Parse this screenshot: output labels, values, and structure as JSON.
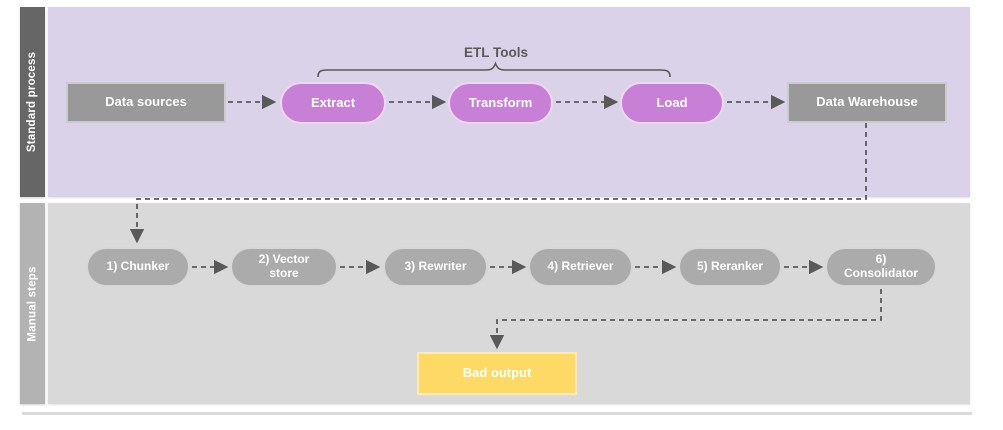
{
  "lanes": [
    {
      "label": "Standard process"
    },
    {
      "label": "Manual steps"
    }
  ],
  "standard_process": {
    "data_sources": "Data sources",
    "etl_group_label": "ETL Tools",
    "extract": "Extract",
    "transform": "Transform",
    "load": "Load",
    "data_warehouse": "Data Warehouse"
  },
  "manual_steps": {
    "steps": [
      "1) Chunker",
      "2) Vector store",
      "3) Rewriter",
      "4) Retriever",
      "5) Reranker",
      "6) Consolidator"
    ],
    "bad_output": "Bad output"
  },
  "colors": {
    "lane_standard_bg": "#d9d2e9",
    "lane_standard_label_bg": "#666666",
    "lane_manual_bg": "#d9d9d9",
    "lane_manual_label_bg": "#b3b3b3",
    "etl_node_fill": "#c87fd6",
    "gray_node_fill": "#999999",
    "manual_node_fill": "#ababab",
    "bad_output_fill": "#ffd966",
    "connector": "#595959",
    "node_text": "#ffffff"
  }
}
